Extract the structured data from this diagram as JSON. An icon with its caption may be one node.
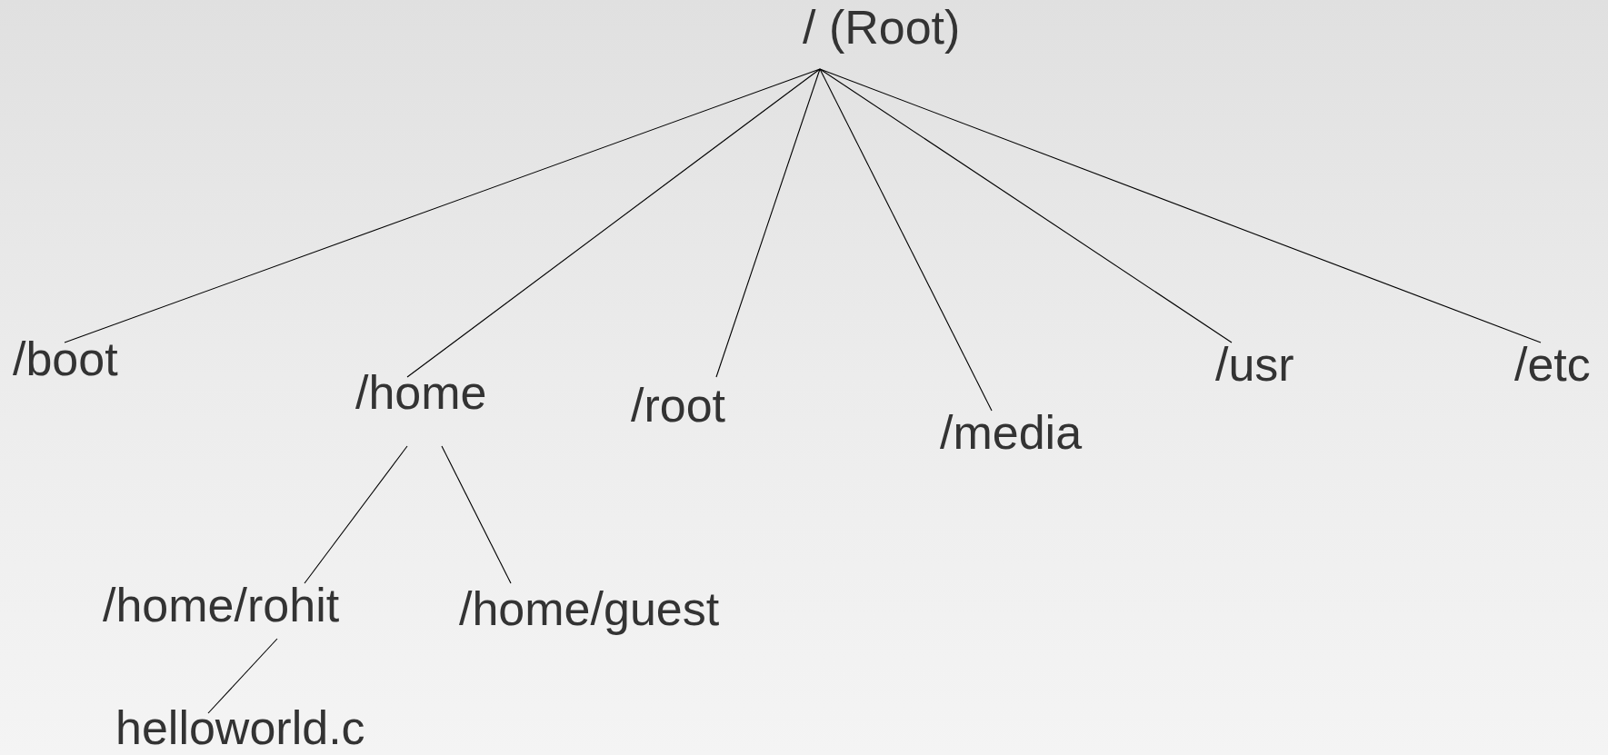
{
  "diagram": {
    "nodes": [
      {
        "text": [
          "/ (Root)"
        ]
      },
      {
        "text": [
          "/boot"
        ]
      },
      {
        "text": [
          "/home"
        ]
      },
      {
        "text": [
          "/root"
        ]
      },
      {
        "text": [
          "/media"
        ]
      },
      {
        "text": [
          "/usr"
        ]
      },
      {
        "text": [
          "/etc"
        ]
      },
      {
        "text": [
          "/home/rohit"
        ]
      },
      {
        "text": [
          "/home/guest"
        ]
      },
      {
        "text": [
          "helloworld.c"
        ]
      }
    ],
    "edges": [
      {
        "from": 0,
        "to": 1,
        "arrow": "none"
      },
      {
        "from": 0,
        "to": 2,
        "arrow": "none"
      },
      {
        "from": 0,
        "to": 3,
        "arrow": "none"
      },
      {
        "from": 0,
        "to": 4,
        "arrow": "none"
      },
      {
        "from": 0,
        "to": 5,
        "arrow": "none"
      },
      {
        "from": 0,
        "to": 6,
        "arrow": "none"
      },
      {
        "from": 2,
        "to": 7,
        "arrow": "none"
      },
      {
        "from": 2,
        "to": 8,
        "arrow": "none"
      },
      {
        "from": 7,
        "to": 9,
        "arrow": "none"
      }
    ]
  }
}
